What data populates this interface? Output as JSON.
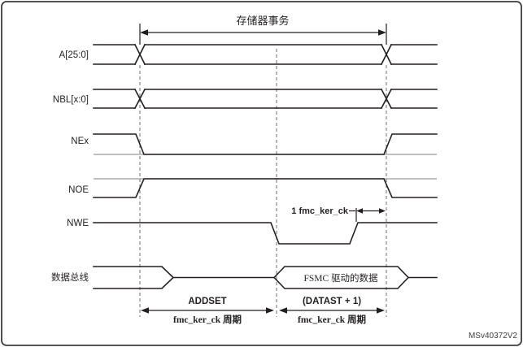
{
  "figure": {
    "title": "存储器事务",
    "figure_id": "MSv40372V2"
  },
  "signals": [
    {
      "label": "A[25:0]",
      "type": "bus"
    },
    {
      "label": "NBL[x:0]",
      "type": "bus"
    },
    {
      "label": "NEx",
      "type": "wave"
    },
    {
      "label": "NOE",
      "type": "wave"
    },
    {
      "label": "NWE",
      "type": "wave"
    },
    {
      "label": "数据总线",
      "type": "bus"
    }
  ],
  "annotations": {
    "clock_note": "1 fmc_ker_ck",
    "data_bus_value": "FSMC 驱动的数据",
    "addset_label": "ADDSET",
    "addset_unit": "fmc_ker_ck 周期",
    "datast_label": "(DATAST + 1)",
    "datast_unit": "fmc_ker_ck 周期"
  },
  "colors": {
    "line": "#231f20",
    "grayline": "#9b9b9b",
    "dashed": "#7a7a7a",
    "bg": "#ffffff",
    "border": "#3c3c3b",
    "figid": "#3f3f3f"
  }
}
